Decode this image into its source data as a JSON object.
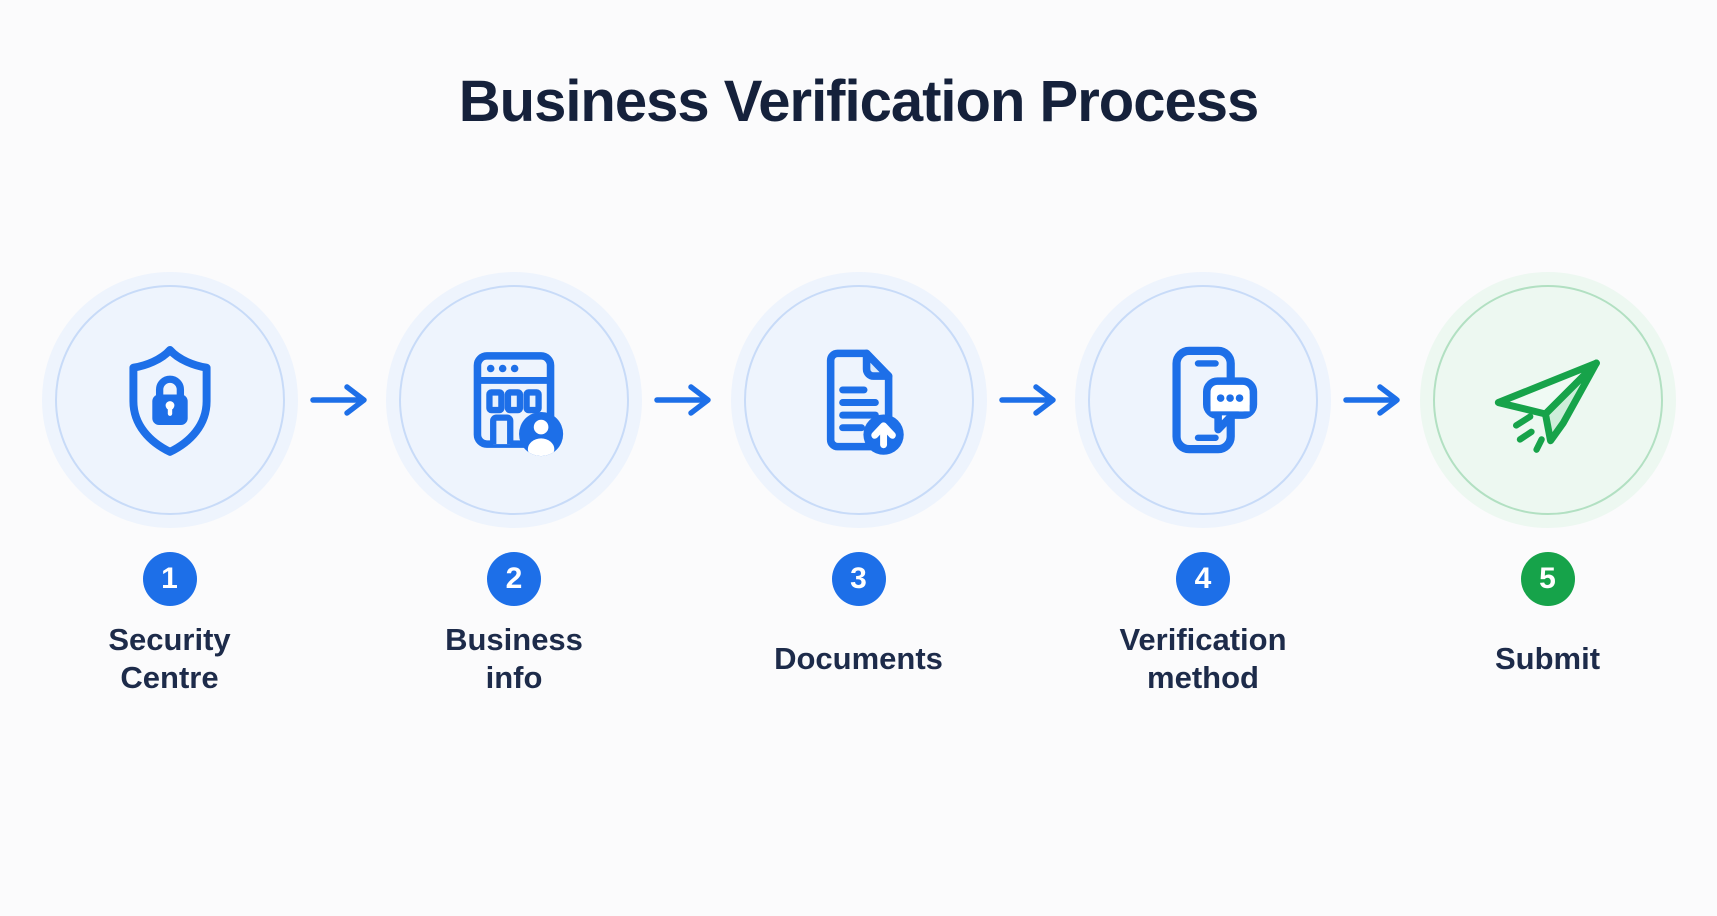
{
  "title": "Business Verification Process",
  "steps": [
    {
      "number": "1",
      "label": "Security\nCentre",
      "icon": "shield-lock-icon"
    },
    {
      "number": "2",
      "label": "Business\ninfo",
      "icon": "building-user-icon"
    },
    {
      "number": "3",
      "label": "Documents",
      "icon": "document-upload-icon"
    },
    {
      "number": "4",
      "label": "Verification\nmethod",
      "icon": "phone-chat-icon"
    },
    {
      "number": "5",
      "label": "Submit",
      "icon": "paper-plane-icon"
    }
  ],
  "colors": {
    "accent_blue": "#1d6fe8",
    "accent_green": "#17a34a",
    "title_text": "#15213b",
    "label_text": "#1d2b4a",
    "circle_fill_blue": "#eef4fd",
    "circle_ring_blue": "#c8dbf8",
    "circle_fill_green": "#edf8f1",
    "circle_ring_green": "#b2e0c2",
    "badge_text": "#ffffff",
    "background": "#fbfbfc"
  }
}
